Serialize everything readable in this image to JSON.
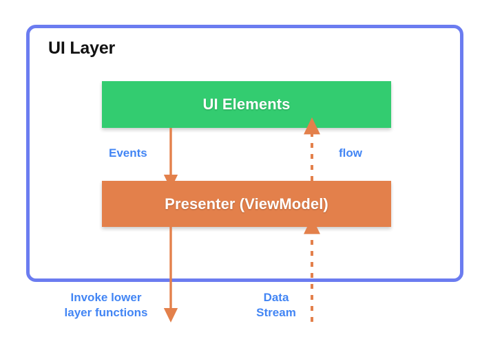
{
  "diagram": {
    "title": "UI Layer",
    "container": {
      "label": "UI Layer",
      "border_color": "#6b7cf0"
    },
    "nodes": [
      {
        "id": "ui-elements",
        "label": "UI Elements",
        "color": "#33cc70",
        "text_color": "#ffffff"
      },
      {
        "id": "presenter",
        "label": "Presenter (ViewModel)",
        "color": "#e3804b",
        "text_color": "#ffffff"
      }
    ],
    "edges": [
      {
        "id": "events",
        "label": "Events",
        "style": "solid",
        "direction": "down",
        "from": "ui-elements",
        "to": "presenter",
        "color": "#e3804b",
        "label_color": "#4285f4"
      },
      {
        "id": "flow",
        "label": "flow",
        "style": "dashed",
        "direction": "up",
        "from": "presenter",
        "to": "ui-elements",
        "color": "#e3804b",
        "label_color": "#4285f4"
      },
      {
        "id": "invoke-lower-layer",
        "label": "Invoke lower\nlayer functions",
        "style": "solid",
        "direction": "down",
        "from": "presenter",
        "to": "lower-layer",
        "color": "#e3804b",
        "label_color": "#4285f4"
      },
      {
        "id": "data-stream",
        "label": "Data\nStream",
        "style": "dashed",
        "direction": "up",
        "from": "lower-layer",
        "to": "presenter",
        "color": "#e3804b",
        "label_color": "#4285f4"
      }
    ],
    "palette": {
      "background": "#ffffff",
      "green": "#33cc70",
      "orange": "#e3804b",
      "blue_border": "#6b7cf0",
      "blue_text": "#4285f4",
      "title_text": "#111111"
    }
  }
}
